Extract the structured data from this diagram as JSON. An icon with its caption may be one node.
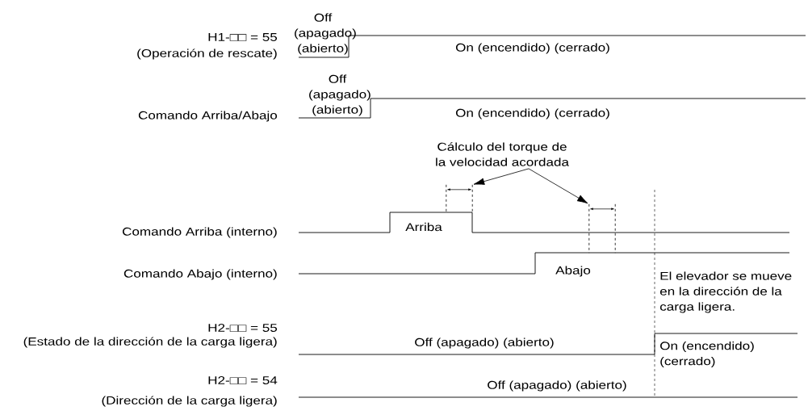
{
  "diagram": {
    "nodes": [
      {
        "text": [
          "Cálculo del torque de la velocidad acordada"
        ]
      },
      {
        "text": [],
        "shape": "interval"
      },
      {
        "text": [],
        "shape": "interval"
      }
    ],
    "edges": [
      {
        "from": 0,
        "to": 1,
        "arrow": "to"
      },
      {
        "from": 0,
        "to": 2,
        "arrow": "to"
      }
    ],
    "labels": [
      "Off (apagado) (abierto)",
      "H1-□□ = 55",
      "(Operación de rescate)",
      "On (encendido) (cerrado)",
      "Off (apagado) (abierto)",
      "Comando Arriba/Abajo",
      "On (encendido) (cerrado)",
      "Comando Arriba (interno)",
      "Arriba",
      "Comando Abajo (interno)",
      "Abajo",
      "El elevador se mueve en la dirección de la carga ligera.",
      "H2-□□ = 55",
      "(Estado de la dirección de la carga ligera)",
      "Off (apagado) (abierto)",
      "On (encendido) (cerrado)",
      "H2-□□ = 54",
      "(Dirección de la carga ligera)",
      "Off (apagado) (abierto)"
    ]
  }
}
